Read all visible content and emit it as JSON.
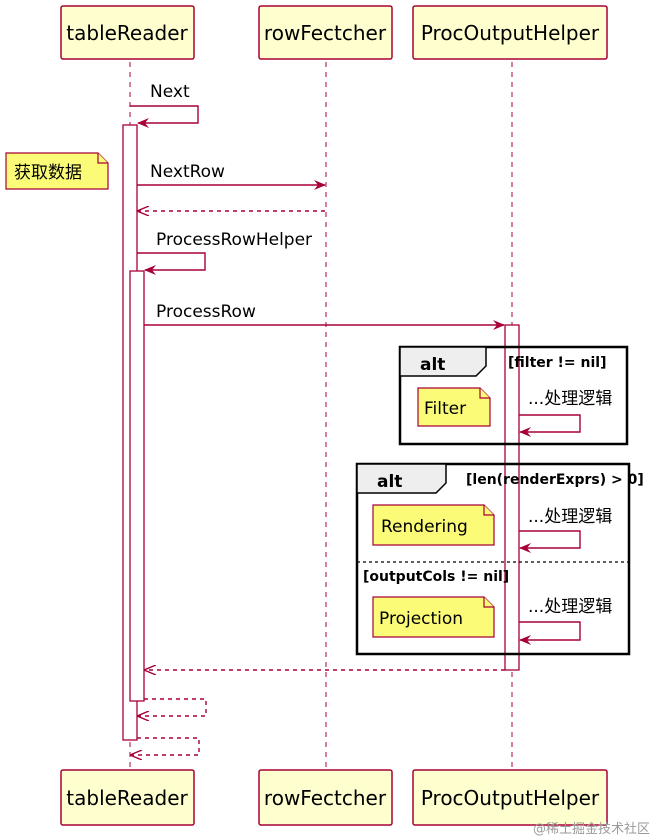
{
  "participants": {
    "tableReader": "tableReader",
    "rowFetcher": "rowFectcher",
    "procOutputHelper": "ProcOutputHelper"
  },
  "messages": {
    "next": "Next",
    "nextRow": "NextRow",
    "processRowHelper": "ProcessRowHelper",
    "processRow": "ProcessRow",
    "logic1": "...处理逻辑",
    "logic2": "...处理逻辑",
    "logic3": "...处理逻辑"
  },
  "notes": {
    "fetch": "获取数据",
    "filter": "Filter",
    "rendering": "Rendering",
    "projection": "Projection"
  },
  "fragments": {
    "alt1": {
      "keyword": "alt",
      "guard": "[filter != nil]"
    },
    "alt2": {
      "keyword": "alt",
      "guard": "[len(renderExprs) > 0]",
      "else_guard": "[outputCols != nil]"
    }
  },
  "watermark": "@稀土掘金技术社区",
  "colors": {
    "border": "#A80036",
    "participant_fill": "#FEFECE",
    "note_fill": "#FBFB77",
    "frame_tab": "#EEEEEE"
  }
}
